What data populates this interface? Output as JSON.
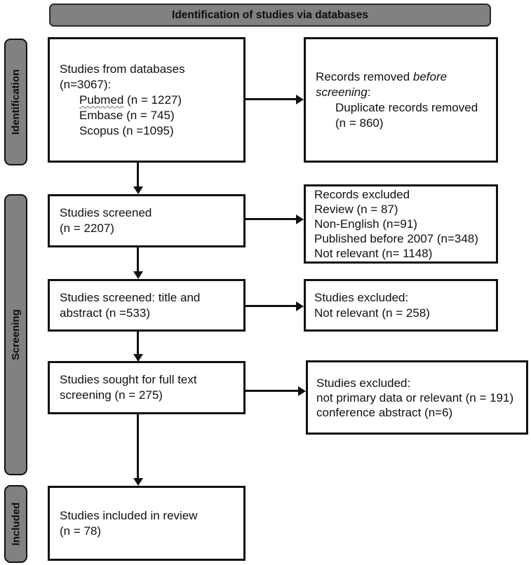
{
  "header": {
    "title": "Identification of studies via databases"
  },
  "sidebar": {
    "identification": "Identification",
    "screening": "Screening",
    "included": "Included"
  },
  "boxes": {
    "databases": {
      "title": "Studies from databases (n=3067):",
      "pubmed_word": "Pubmed",
      "pubmed_rest": " (n = 1227)",
      "embase": "Embase (n = 745)",
      "scopus": "Scopus (n =1095)"
    },
    "removed": {
      "line1_plain": "Records removed ",
      "line1_italic": "before",
      "line2_italic": "screening",
      "line2_plain": ":",
      "detail1": "Duplicate records removed",
      "detail2": "(n = 860)"
    },
    "screened": {
      "line1": "Studies screened",
      "line2": "(n = 2207)"
    },
    "records_excluded": {
      "line1": "Records excluded",
      "line2": "Review (n = 87)",
      "line3": "Non-English (n=91)",
      "line4": "Published before 2007 (n=348)",
      "line5": "Not relevant (n= 1148)"
    },
    "title_abstract": {
      "line1": "Studies screened: title and",
      "line2": "abstract (n =533)"
    },
    "excluded_not_relevant": {
      "line1": "Studies excluded:",
      "line2": "Not relevant (n = 258)"
    },
    "full_text": {
      "line1": "Studies sought for full text",
      "line2": "screening (n = 275)"
    },
    "excluded_full_text": {
      "line1": "Studies excluded:",
      "line2": "not primary data or relevant (n = 191)",
      "line3": "conference abstract (n=6)"
    },
    "included": {
      "line1": "Studies included in review",
      "line2": "(n = 78)"
    }
  },
  "colors": {
    "bar_fill": "#818181",
    "border": "#111111",
    "background": "#ffffff"
  }
}
